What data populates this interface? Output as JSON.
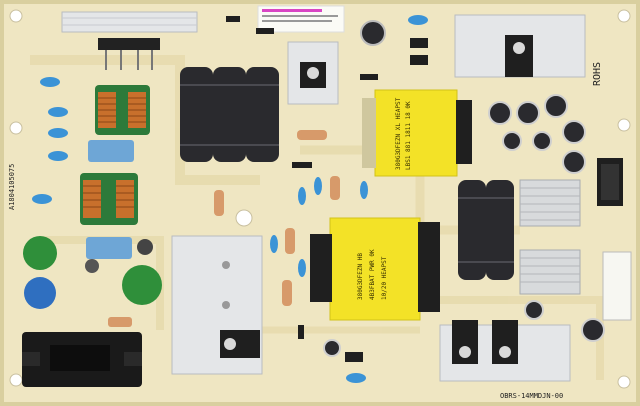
{
  "photo": {
    "subject": "power-supply-board",
    "colors": {
      "board": "#efe6c2",
      "board_edge": "#d9cf9f",
      "trace": "#e3d7a6",
      "heatsink": "#e4e6e8",
      "heatsink_dark": "#b9bcc0",
      "transformer": "#f3e227",
      "electrolytic": "#2a2a2e",
      "inductor_copper": "#c8702c",
      "inductor_core": "#2d7a3a",
      "varistor": "#2f8f3a",
      "varistor_blue": "#2f6fc0",
      "film_cap": "#6ea6d6",
      "resistor": "#d79a6a",
      "connector": "#1a1a1a"
    },
    "labels": {
      "board_id": "A1804105075",
      "sticker": "ROHS",
      "transformer1_line1": "380G3DFEZN   XL   HEAPST",
      "transformer1_line2": "LBS1 881 1811 18  0K",
      "transformer2_line1": "380G3DFEZN   HB",
      "transformer2_line2": "4B3FBAT  PWR  0K",
      "transformer2_line3": "10/20  HEAPST",
      "bottom_code": "OBRS-14MMDJN-00"
    }
  }
}
